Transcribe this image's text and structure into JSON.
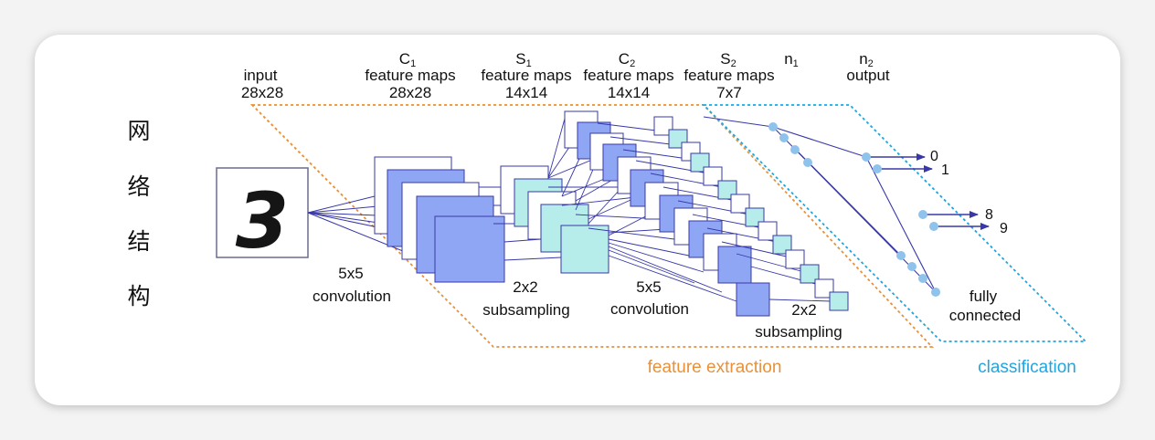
{
  "side_title_chars": [
    "网",
    "络",
    "结",
    "构"
  ],
  "layers": {
    "input": {
      "title": "input",
      "size": "28x28"
    },
    "c1": {
      "title": "C",
      "sub": "1",
      "line2": "feature maps",
      "size": "28x28"
    },
    "s1": {
      "title": "S",
      "sub": "1",
      "line2": "feature maps",
      "size": "14x14"
    },
    "c2": {
      "title": "C",
      "sub": "2",
      "line2": "feature maps",
      "size": "14x14"
    },
    "s2": {
      "title": "S",
      "sub": "2",
      "line2": "feature maps",
      "size": "7x7"
    },
    "n1": {
      "title": "n",
      "sub": "1"
    },
    "n2": {
      "title": "n",
      "sub": "2",
      "line2": "output"
    }
  },
  "operations": {
    "conv1": {
      "line1": "5x5",
      "line2": "convolution"
    },
    "pool1": {
      "line1": "2x2",
      "line2": "subsampling"
    },
    "conv2": {
      "line1": "5x5",
      "line2": "convolution"
    },
    "pool2": {
      "line1": "2x2",
      "line2": "subsampling"
    },
    "fc": {
      "line1": "fully",
      "line2": "connected"
    }
  },
  "input_digit": "3",
  "output_digits": [
    "0",
    "1",
    "8",
    "9"
  ],
  "regions": {
    "feature_extraction": "feature extraction",
    "classification": "classification"
  },
  "colors": {
    "feature_map": "#8fa6f5",
    "pooled_map": "#b6ecea",
    "connection": "#3838a8",
    "neuron": "#8fc3ec",
    "feature_extraction": "#e8913a",
    "classification": "#1fa6e0"
  }
}
